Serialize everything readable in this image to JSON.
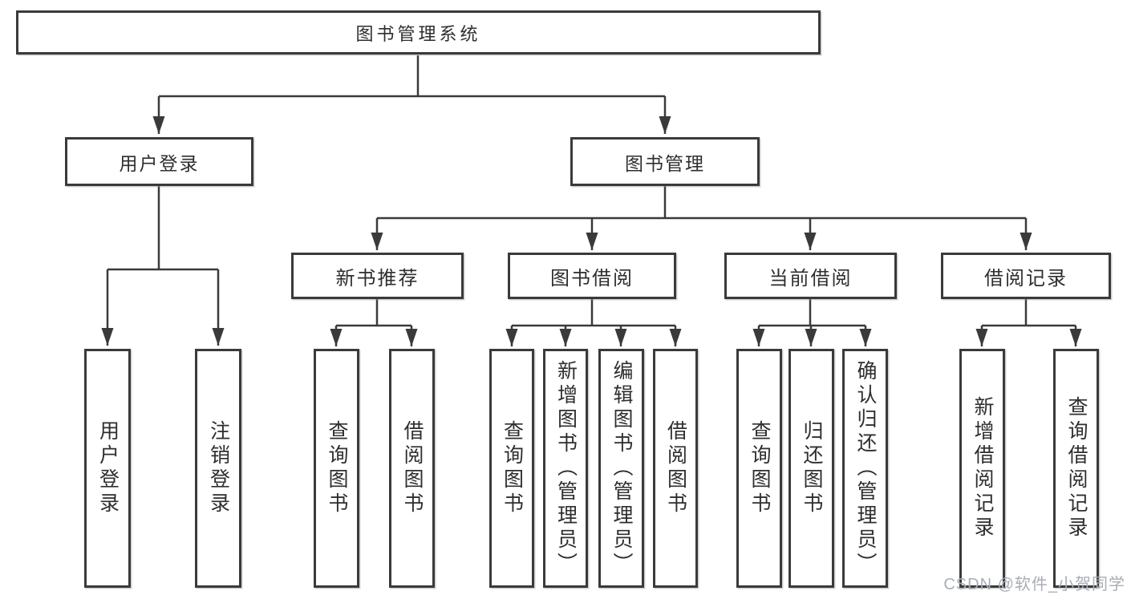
{
  "tree": {
    "root": {
      "label": "图书管理系统",
      "children": [
        {
          "label": "用户登录",
          "children": [
            {
              "label": "用户登录"
            },
            {
              "label": "注销登录"
            }
          ]
        },
        {
          "label": "图书管理",
          "children": [
            {
              "label": "新书推荐",
              "children": [
                {
                  "label": "查询图书"
                },
                {
                  "label": "借阅图书"
                }
              ]
            },
            {
              "label": "图书借阅",
              "children": [
                {
                  "label": "查询图书"
                },
                {
                  "label": "新增图书（管理员）"
                },
                {
                  "label": "编辑图书（管理员）"
                },
                {
                  "label": "借阅图书"
                }
              ]
            },
            {
              "label": "当前借阅",
              "children": [
                {
                  "label": "查询图书"
                },
                {
                  "label": "归还图书"
                },
                {
                  "label": "确认归还（管理员）"
                }
              ]
            },
            {
              "label": "借阅记录",
              "children": [
                {
                  "label": "新增借阅记录"
                },
                {
                  "label": "查询借阅记录"
                }
              ]
            }
          ]
        }
      ]
    }
  },
  "watermark": "CSDN @软件_小贺同学",
  "colors": {
    "line": "#3a3a3a",
    "text": "#2e2e2e",
    "box_bg": "#ffffff",
    "watermark": "#a8aeb6"
  }
}
